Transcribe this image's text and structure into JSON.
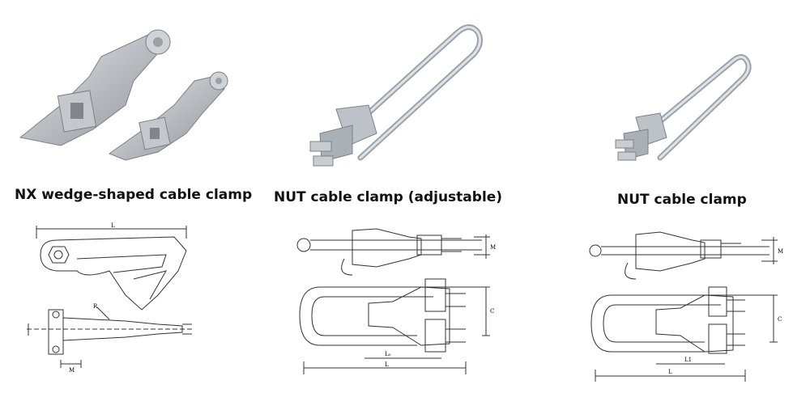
{
  "products": [
    {
      "caption": "NX wedge-shaped cable clamp",
      "dims": {
        "length": "L",
        "radius": "R",
        "thread": "M"
      }
    },
    {
      "caption": "NUT cable clamp (adjustable)",
      "dims": {
        "thread": "M",
        "height": "C",
        "length": "L",
        "length_o": "L₀"
      }
    },
    {
      "caption": "NUT cable clamp",
      "dims": {
        "thread": "M",
        "height": "C",
        "length": "L",
        "length_1": "L1"
      }
    }
  ]
}
